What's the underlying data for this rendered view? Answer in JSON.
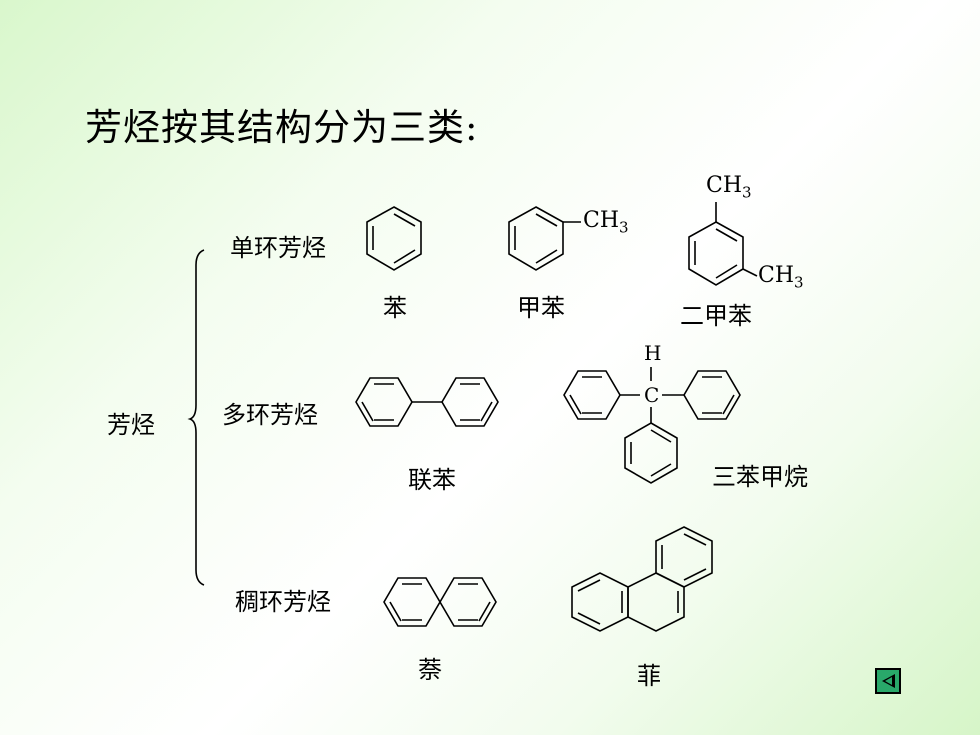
{
  "slide": {
    "title": "芳烃按其结构分为三类:",
    "root_label": "芳烃",
    "categories": [
      {
        "label": "单环芳烃",
        "compounds": [
          "苯",
          "甲苯",
          "二甲苯"
        ]
      },
      {
        "label": "多环芳烃",
        "compounds": [
          "联苯",
          "三苯甲烷"
        ]
      },
      {
        "label": "稠环芳烃",
        "compounds": [
          "萘",
          "菲"
        ]
      }
    ],
    "methyl_group": "CH",
    "methyl_subscript": "3",
    "atom_h": "H",
    "atom_c": "C"
  },
  "nav": {
    "back_icon": "back-triangle-icon",
    "color": "#29a86a"
  }
}
